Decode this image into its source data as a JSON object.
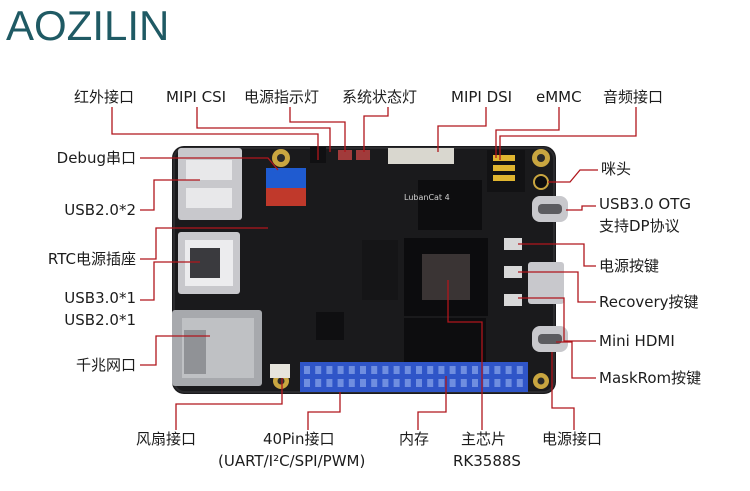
{
  "brand": "AOZILIN",
  "board": {
    "silk_name": "LubanCat 4"
  },
  "callouts": {
    "top": {
      "ir": "红外接口",
      "mipi_csi": "MIPI CSI",
      "power_led": "电源指示灯",
      "status_led": "系统状态灯",
      "mipi_dsi": "MIPI DSI",
      "emmc": "eMMC",
      "audio": "音频接口"
    },
    "left": {
      "debug": "Debug串口",
      "usb20x2": "USB2.0*2",
      "rtc": "RTC电源插座",
      "usb30": "USB3.0*1",
      "usb20": "USB2.0*1",
      "ethernet": "千兆网口"
    },
    "right": {
      "mic": "咪头",
      "usb30_otg_line1": "USB3.0 OTG",
      "usb30_otg_line2": "支持DP协议",
      "power_btn": "电源按键",
      "recovery_btn": "Recovery按键",
      "mini_hdmi": "Mini HDMI",
      "maskrom_btn": "MaskRom按键"
    },
    "bottom": {
      "fan": "风扇接口",
      "pin40_line1": "40Pin接口",
      "pin40_line2": "(UART/I²C/SPI/PWM)",
      "memory": "内存",
      "soc_line1": "主芯片",
      "soc_line2": "RK3588S",
      "power_port": "电源接口"
    }
  },
  "colors": {
    "brand": "#1f5a64",
    "leader": "#b0161c",
    "pcb": "#1a1a1c",
    "gpio_header": "#2f55c8",
    "text": "#1c1c1c"
  }
}
